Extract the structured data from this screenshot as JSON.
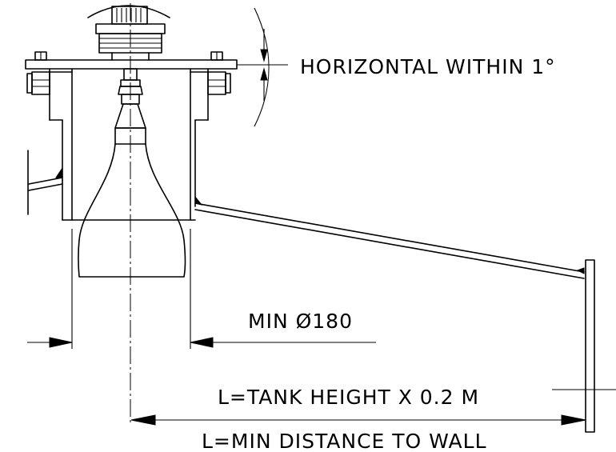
{
  "labels": {
    "horizontal": "HORIZONTAL WITHIN 1°",
    "min_diameter": "MIN Ø180",
    "length_formula": "L=TANK HEIGHT X 0.2 M",
    "length_definition": "L=MIN DISTANCE TO WALL"
  }
}
